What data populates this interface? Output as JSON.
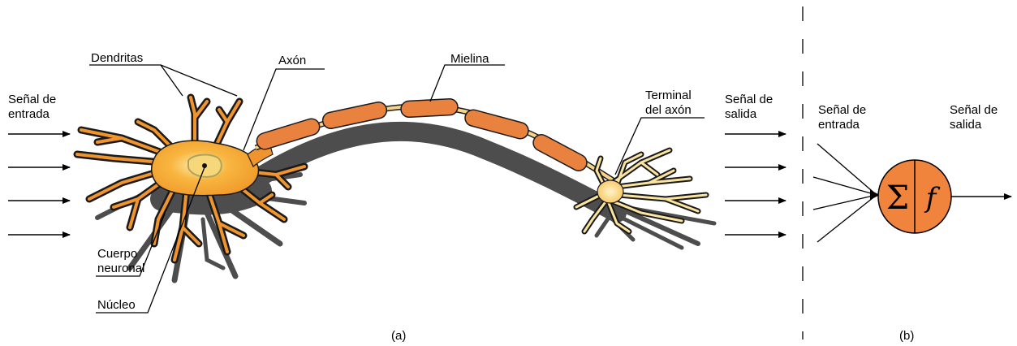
{
  "panel_a": {
    "caption": "(a)",
    "input_signal": [
      "Señal de",
      "entrada"
    ],
    "output_signal": [
      "Señal de",
      "salida"
    ],
    "labels": {
      "dendrites": "Dendritas",
      "axon": "Axón",
      "myelin": "Mielina",
      "axon_terminal": [
        "Terminal",
        "del axón"
      ],
      "cell_body": [
        "Cuerpo",
        "neuronal"
      ],
      "nucleus": "Núcleo"
    }
  },
  "panel_b": {
    "caption": "(b)",
    "input_signal": [
      "Señal de",
      "entrada"
    ],
    "output_signal": [
      "Señal de",
      "salida"
    ],
    "sum_symbol": "Σ",
    "function_symbol": "f"
  },
  "colors": {
    "axon_orange": "#e8823e",
    "soma_orange": "#f5a623",
    "soma_light": "#fde9a8",
    "nucleus_ring": "#c8b46a",
    "shadow": "#4d4d4d",
    "neuron_circle": "#f0843c"
  }
}
